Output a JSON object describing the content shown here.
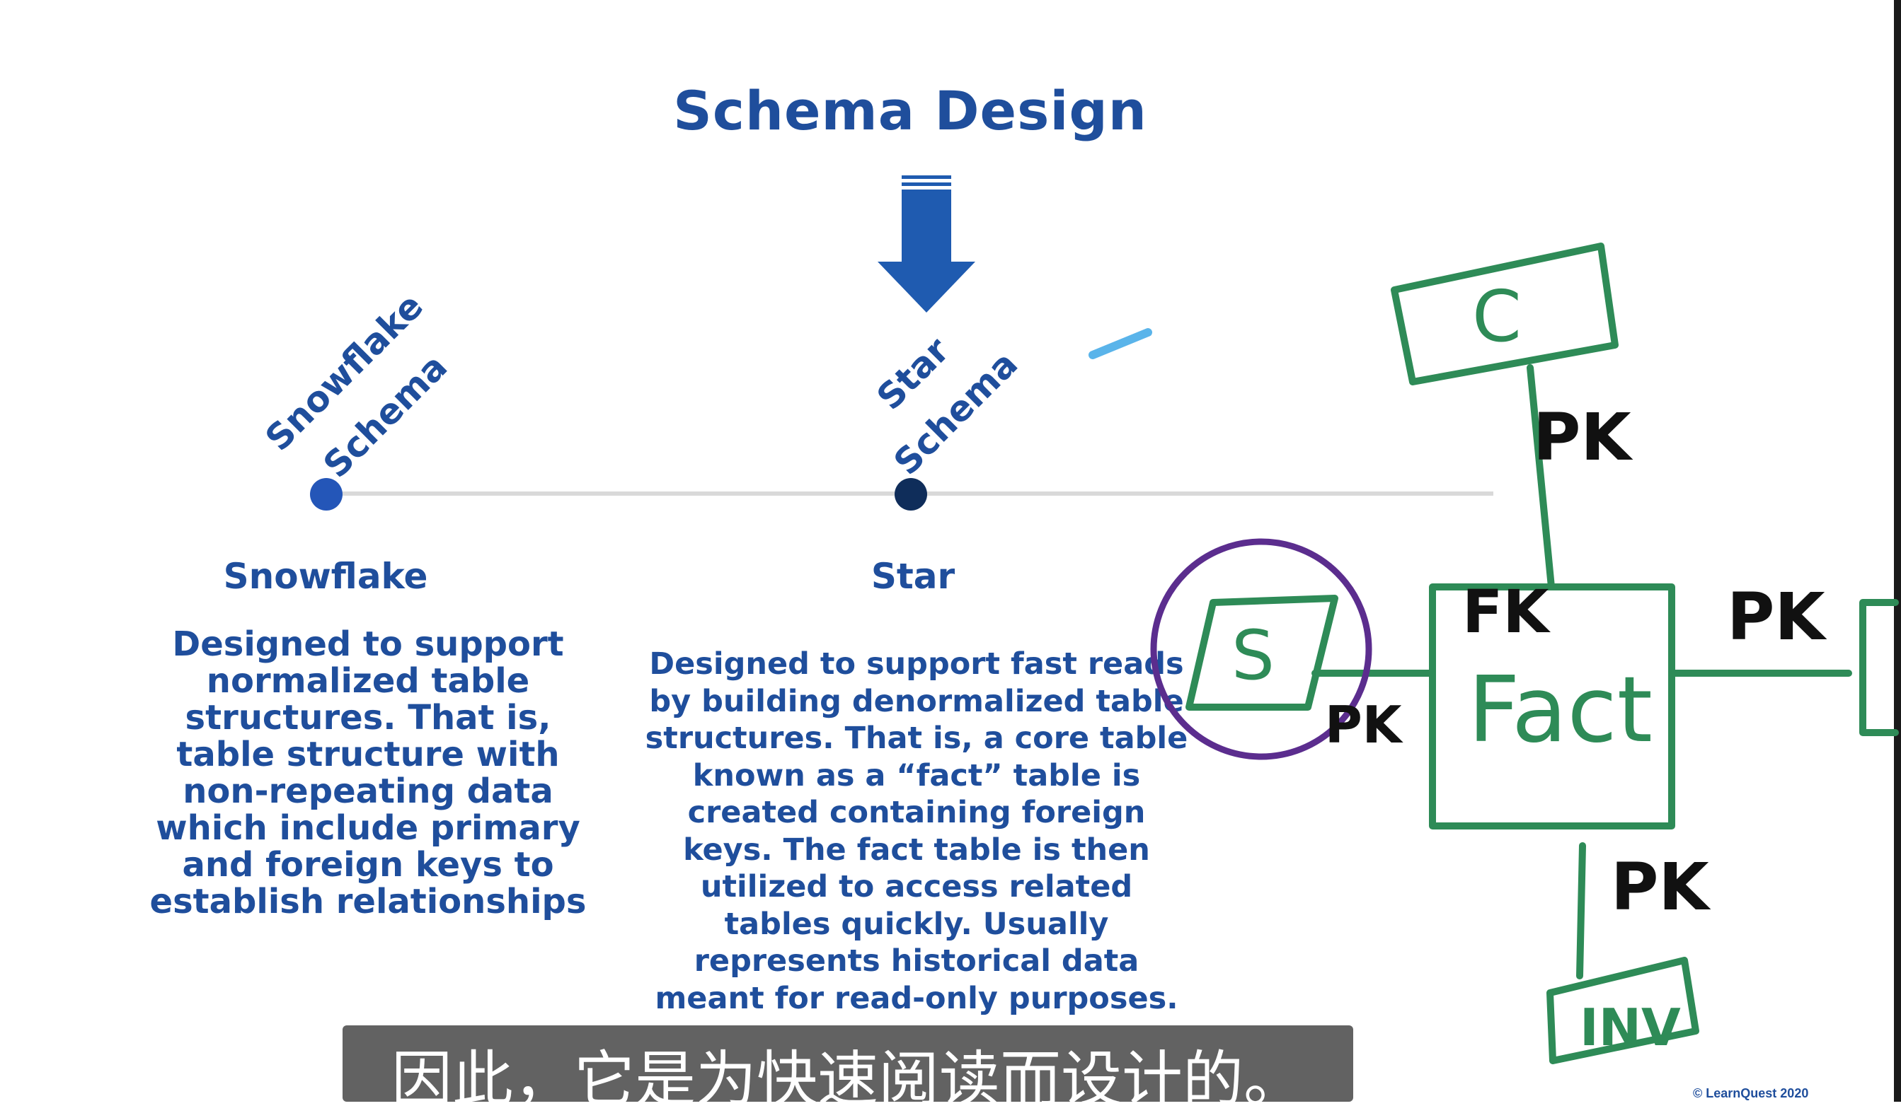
{
  "slide": {
    "title": "Schema Design",
    "snowflake_rotated_line1": "Snowflake",
    "snowflake_rotated_line2": "Schema",
    "star_rotated_line1": "Star",
    "star_rotated_line2": "Schema",
    "snowflake_heading": "Snowflake",
    "star_heading": "Star",
    "snowflake_description": "Designed to support normalized table structures. That is, table structure with non-repeating data which include primary and foreign keys to establish relationships",
    "star_description": "Designed to support fast reads by building denormalized table structures. That is, a core table known as a “fact” table is created containing foreign keys. The fact table is then utilized to access related tables quickly. Usually represents historical data meant for read-only purposes.",
    "copyright": "© LearnQuest 2020"
  },
  "annotations": {
    "c_table": "C",
    "s_table": "S",
    "fact_table": "Fact",
    "inv_table": "INV",
    "pk_top": "PK",
    "pk_right": "PK",
    "pk_left": "PK",
    "pk_bottom": "PK",
    "fk_label": "FK"
  },
  "subtitle": "因此，它是为快速阅读而设计的。",
  "colors": {
    "title_blue": "#1f4e9c",
    "annotation_green": "#2e8b57",
    "circle_purple": "#5b2d8e",
    "arrow_blue": "#1f5bb0",
    "stroke_cyan": "#5ab4ea"
  }
}
